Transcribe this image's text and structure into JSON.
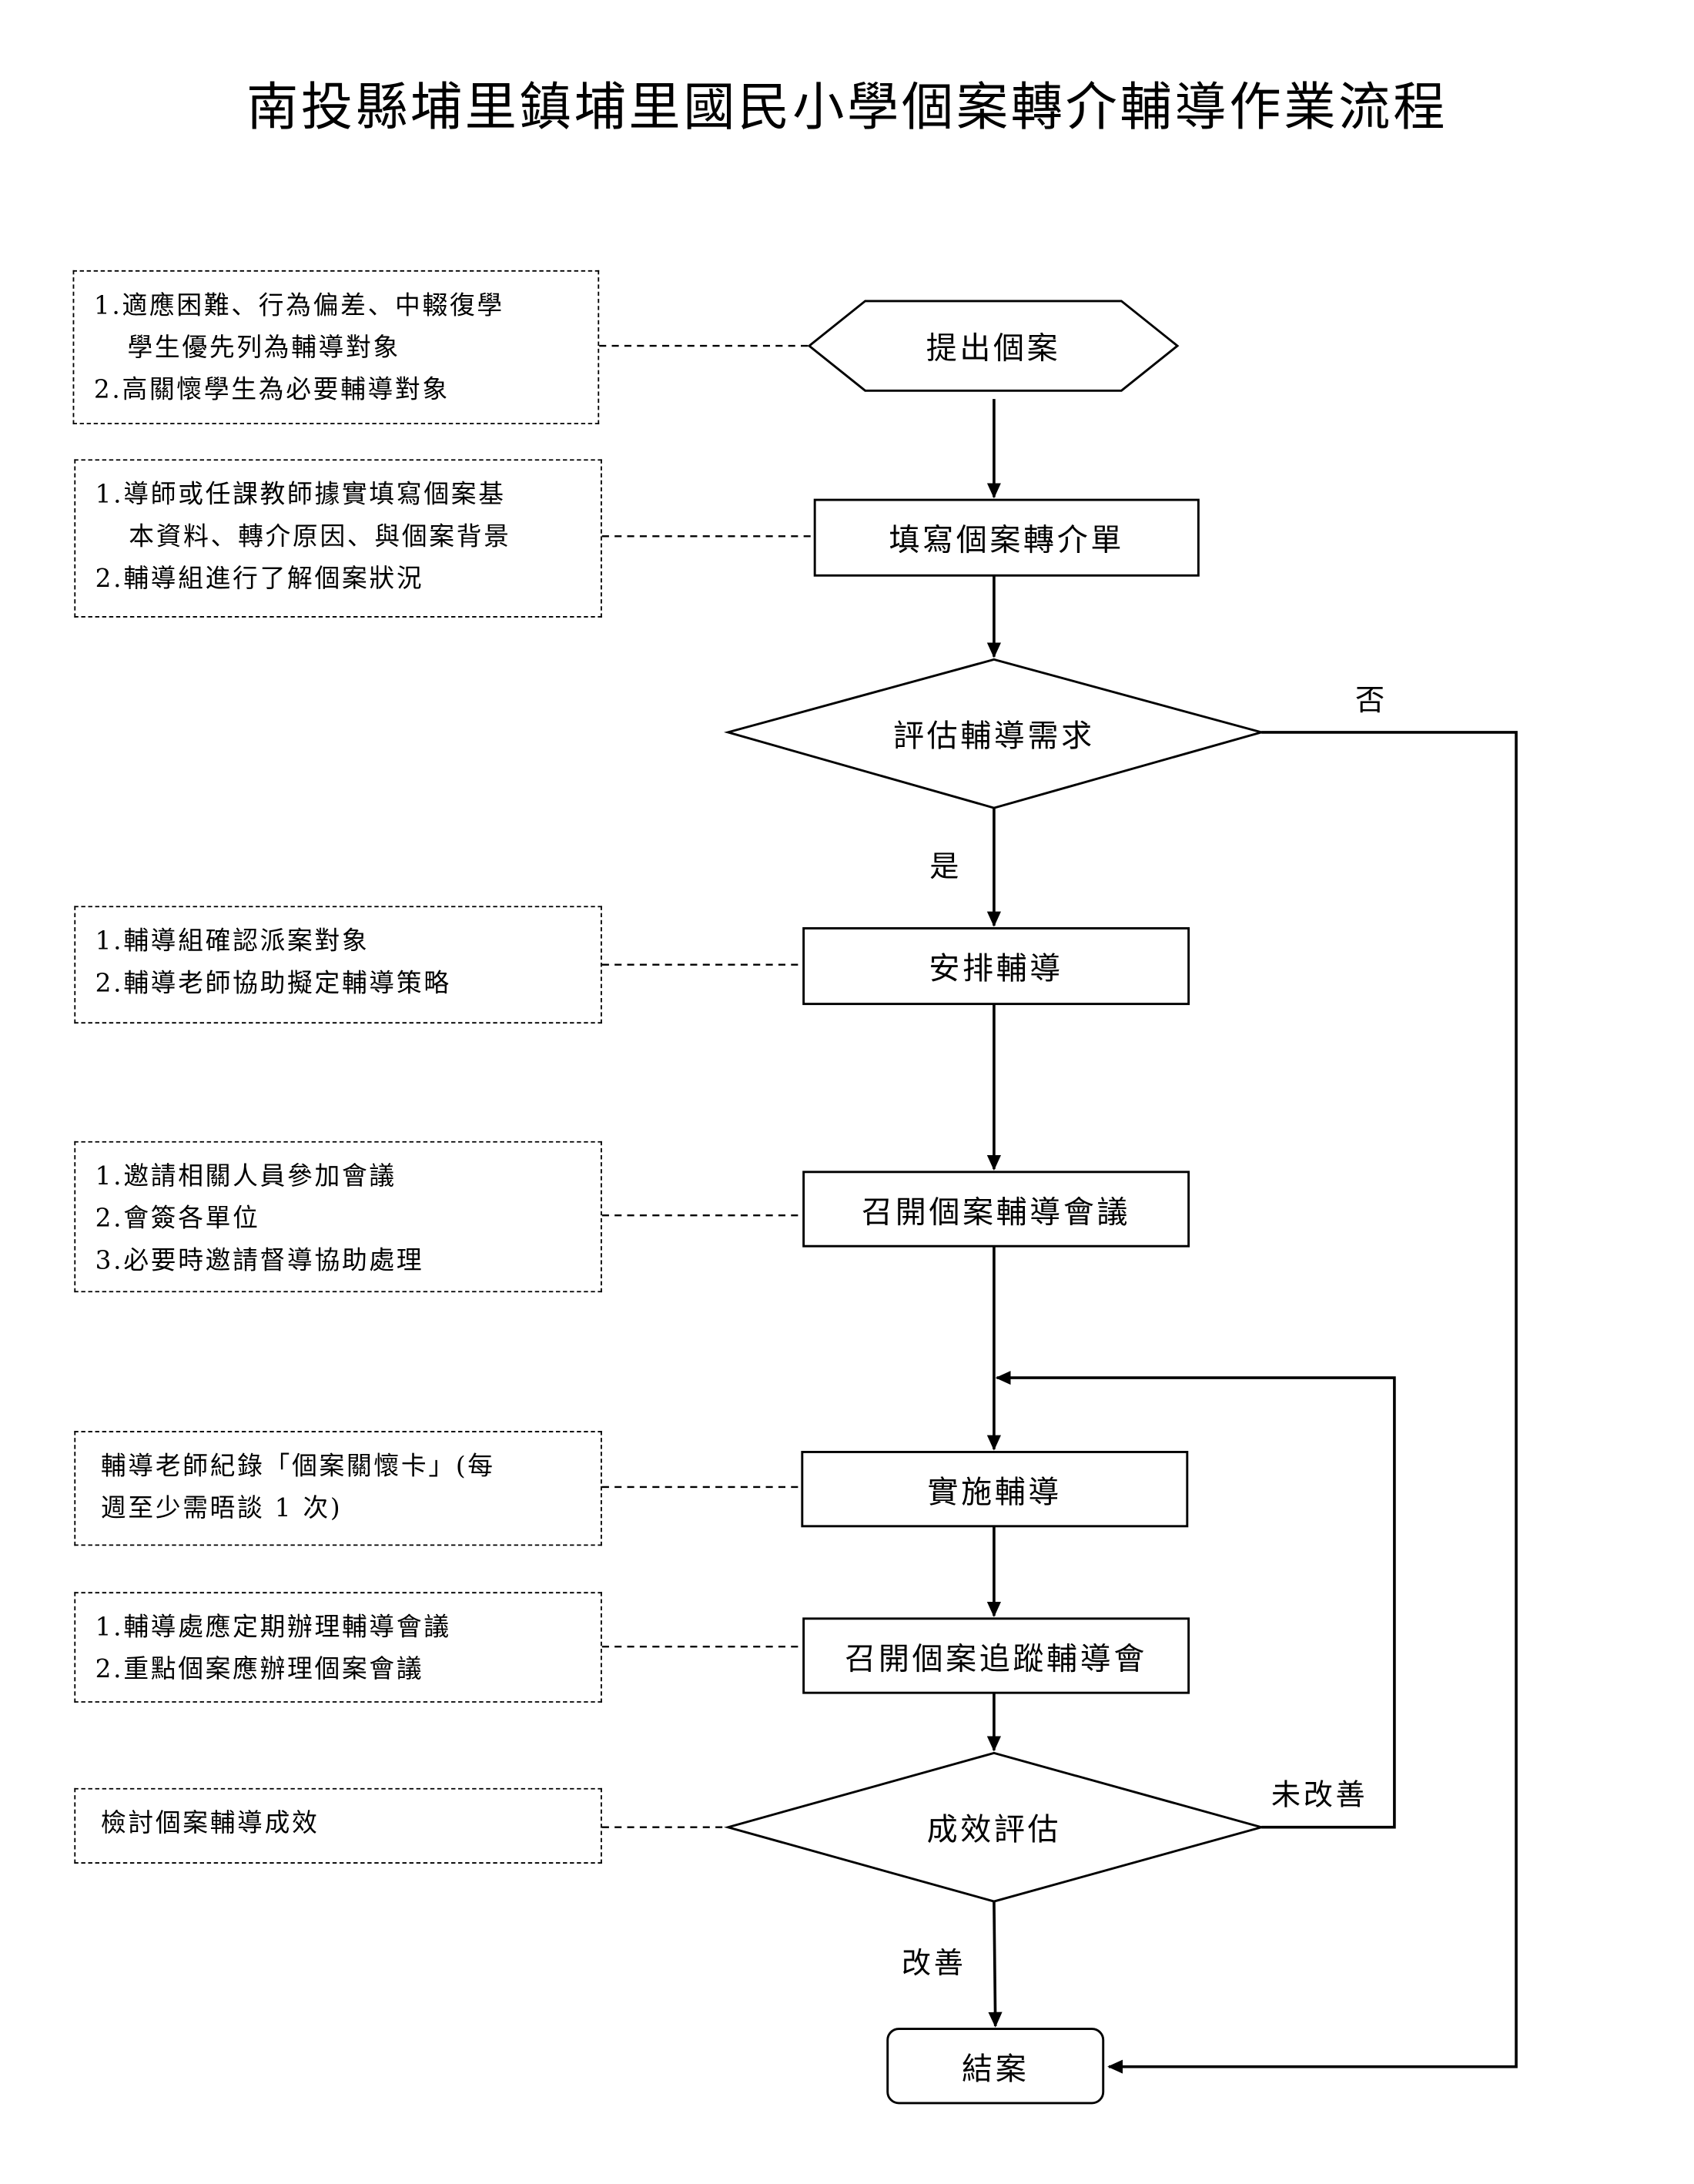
{
  "title": "南投縣埔里鎮埔里國民小學個案轉介輔導作業流程",
  "nodes": {
    "propose": "提出個案",
    "fill_form": "填寫個案轉介單",
    "assess_need": "評估輔導需求",
    "arrange": "安排輔導",
    "meeting": "召開個案輔導會議",
    "implement": "實施輔導",
    "tracking": "召開個案追蹤輔導會",
    "evaluate": "成效評估",
    "close": "結案"
  },
  "edge_labels": {
    "no": "否",
    "yes": "是",
    "not_improved": "未改善",
    "improved": "改善"
  },
  "notes": {
    "propose": [
      "1.適應困難、行為偏差、中輟復學",
      "學生優先列為輔導對象",
      "2.高關懷學生為必要輔導對象"
    ],
    "fill_form": [
      "1.導師或任課教師據實填寫個案基",
      "本資料、轉介原因、與個案背景",
      "2.輔導組進行了解個案狀況"
    ],
    "arrange": [
      "1.輔導組確認派案對象",
      "2.輔導老師協助擬定輔導策略"
    ],
    "meeting": [
      "1.邀請相關人員參加會議",
      "2.會簽各單位",
      "3.必要時邀請督導協助處理"
    ],
    "implement": [
      "輔導老師紀錄「個案關懷卡」(每",
      "週至少需晤談 1 次)"
    ],
    "tracking": [
      "1.輔導處應定期辦理輔導會議",
      "2.重點個案應辦理個案會議"
    ],
    "evaluate": [
      "檢討個案輔導成效"
    ]
  }
}
